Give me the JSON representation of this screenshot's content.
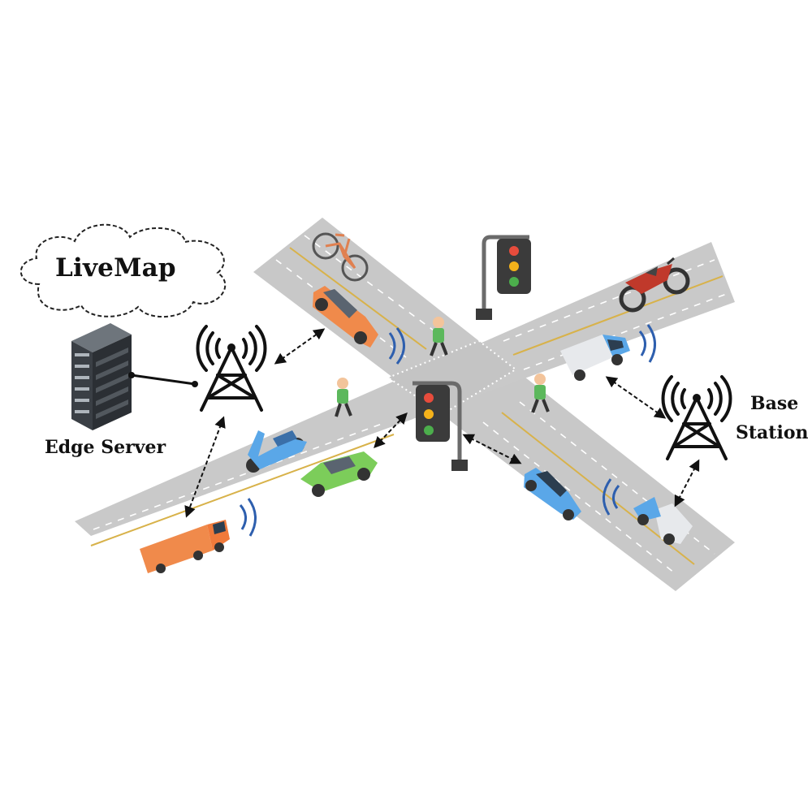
{
  "diagram": {
    "cloud_label": "LiveMap",
    "edge_server_label": "Edge Server",
    "base_station_label_line1": "Base",
    "base_station_label_line2": "Station"
  },
  "colors": {
    "road": "#c8c8c8",
    "lane_yellow": "#d8b24a",
    "lane_white": "#ffffff",
    "signal_arc": "#2e5fae",
    "car_orange": "#f08a4b",
    "car_green": "#7ccd5a",
    "car_blue": "#5aa7e8",
    "server_dark": "#3a3f45"
  },
  "icons": [
    "cloud-icon",
    "server-rack-icon",
    "cell-tower-icon",
    "traffic-light-icon",
    "bicycle-icon",
    "motorcycle-icon",
    "scooter-icon",
    "truck-icon",
    "car-icon",
    "pedestrian-icon",
    "wireless-signal-icon",
    "bidirectional-arrow-icon"
  ]
}
